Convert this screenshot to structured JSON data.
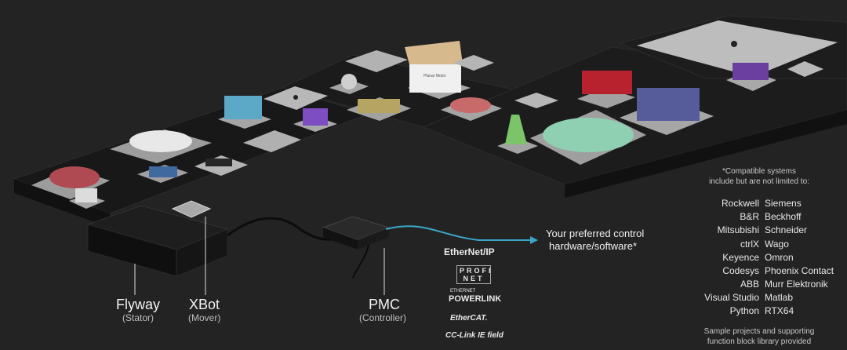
{
  "labels": {
    "flyway": {
      "title": "Flyway",
      "sub": "(Stator)"
    },
    "xbot": {
      "title": "XBot",
      "sub": "(Mover)"
    },
    "pmc": {
      "title": "PMC",
      "sub": "(Controller)"
    },
    "control": {
      "line1": "Your preferred control",
      "line2": "hardware/software*"
    }
  },
  "protocols": {
    "ethernetip": "EtherNet/IP",
    "profinet": "PROFI NET",
    "powerlink_top": "ETHERNET",
    "powerlink": "POWERLINK",
    "ethercat": "EtherCAT.",
    "cclink": "CC-Link IE field"
  },
  "compatible": {
    "note_line1": "*Compatible systems",
    "note_line2": "include but are not limited to:",
    "rows": [
      [
        "Rockwell",
        "Siemens"
      ],
      [
        "B&R",
        "Beckhoff"
      ],
      [
        "Mitsubishi",
        "Schneider"
      ],
      [
        "ctrlX",
        "Wago"
      ],
      [
        "Keyence",
        "Omron"
      ],
      [
        "Codesys",
        "Phoenix Contact"
      ],
      [
        "ABB",
        "Murr Elektronik"
      ],
      [
        "Visual Studio",
        "Matlab"
      ],
      [
        "Python",
        "RTX64"
      ]
    ],
    "footer_line1": "Sample projects and supporting",
    "footer_line2": "function block library provided"
  },
  "tray_labels": {
    "sample": "Planar Motor"
  },
  "colors": {
    "background": "#232323",
    "accent_cable": "#3aa7c9",
    "tile": "#1a1a1a",
    "mover": "#bfbfbf"
  }
}
